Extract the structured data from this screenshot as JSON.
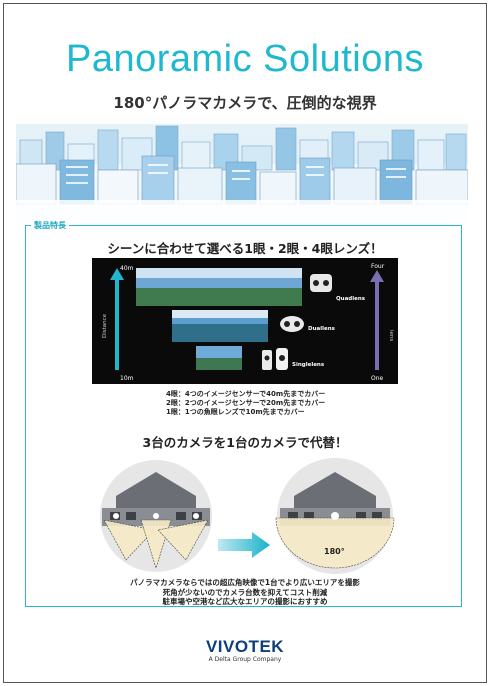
{
  "header": {
    "title": "Panoramic Solutions",
    "subtitle": "180°パノラマカメラで、圧倒的な視界"
  },
  "features": {
    "tag": "製品特長",
    "lens_heading": "シーンに合わせて選べる1眼・2眼・4眼レンズ！",
    "distance_label": "Distance",
    "distance_top": "40m",
    "distance_bottom": "10m",
    "lens_label": "lens",
    "lens_top": "Four",
    "lens_bottom": "One",
    "quadlens": "Quadlens",
    "duallens": "Duallens",
    "singlelens": "Singlelens",
    "notes": [
      "4眼：4つのイメージセンサーで40m先までカバー",
      "2眼：2つのイメージセンサーで20m先までカバー",
      "1眼：1つの魚眼レンズで10m先までカバー"
    ],
    "replace_heading": "3台のカメラを1台のカメラで代替！",
    "coverage_label": "180°",
    "bottom_notes": [
      "パノラマカメラならではの超広角映像で1台でより広いエリアを撮影",
      "死角が少ないのでカメラ台数を抑えてコスト削減",
      "駐車場や空港など広大なエリアの撮影におすすめ"
    ]
  },
  "footer": {
    "logo": "VIVOTEK",
    "logo_sub": "A Delta Group Company"
  }
}
